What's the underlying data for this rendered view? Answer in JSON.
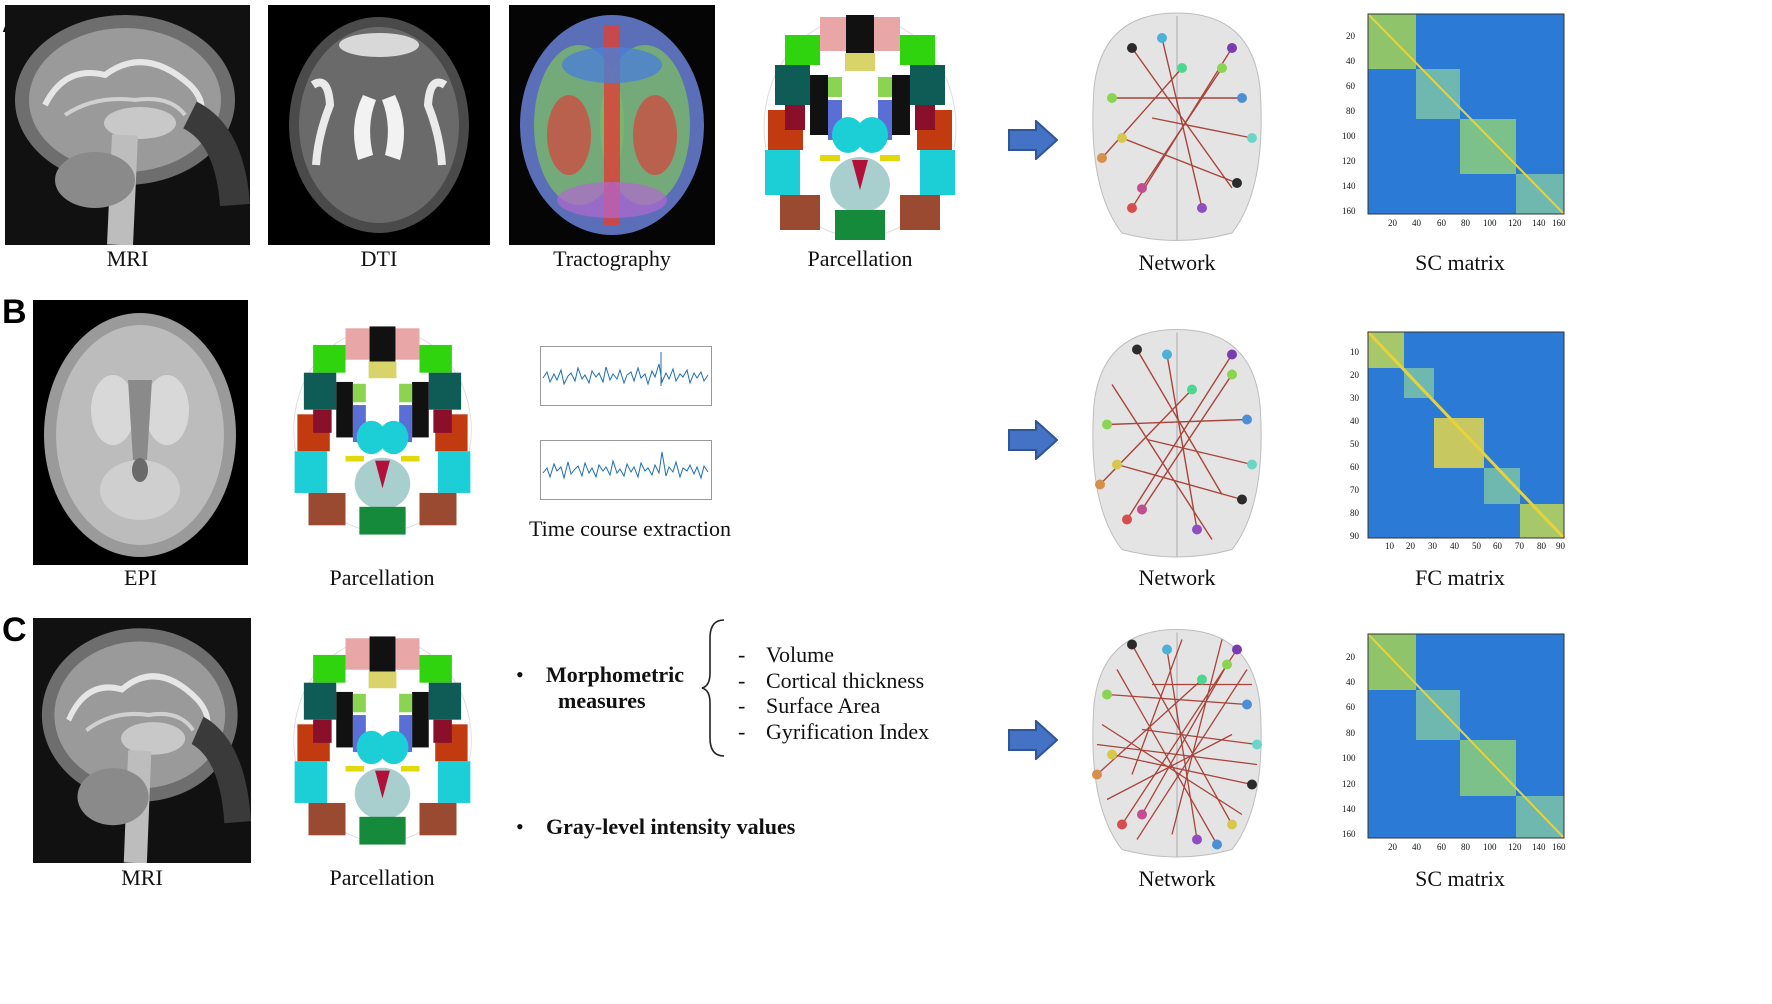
{
  "rows": {
    "A": {
      "letter": "A",
      "captions": {
        "mri": "MRI",
        "dti": "DTI",
        "tractography": "Tractography",
        "parcellation": "Parcellation",
        "network": "Network",
        "matrix": "SC matrix"
      },
      "matrix_xticks": [
        "20",
        "40",
        "60",
        "80",
        "100",
        "120",
        "140",
        "160"
      ],
      "matrix_yticks": [
        "20",
        "40",
        "60",
        "80",
        "100",
        "120",
        "140",
        "160"
      ]
    },
    "B": {
      "letter": "B",
      "captions": {
        "epi": "EPI",
        "parcellation": "Parcellation",
        "timecourse": "Time course extraction",
        "network": "Network",
        "matrix": "FC matrix"
      },
      "matrix_xticks": [
        "10",
        "20",
        "30",
        "40",
        "50",
        "60",
        "70",
        "80",
        "90"
      ],
      "matrix_yticks": [
        "10",
        "20",
        "30",
        "40",
        "50",
        "60",
        "70",
        "80",
        "90"
      ]
    },
    "C": {
      "letter": "C",
      "captions": {
        "mri": "MRI",
        "parcellation": "Parcellation",
        "network": "Network",
        "matrix": "SC matrix"
      },
      "bullet_symbol": "•",
      "dash_symbol": "-",
      "morph_title_line1": "Morphometric",
      "morph_title_line2": "measures",
      "measures": [
        "Volume",
        "Cortical thickness",
        "Surface Area",
        "Gyrification Index"
      ],
      "gray_level": "Gray-level intensity values",
      "matrix_xticks": [
        "20",
        "40",
        "60",
        "80",
        "100",
        "120",
        "140",
        "160"
      ],
      "matrix_yticks": [
        "20",
        "40",
        "60",
        "80",
        "100",
        "120",
        "140",
        "160"
      ]
    }
  },
  "colors": {
    "arrow": "#4472c4",
    "arrow_edge": "#2f5597",
    "timeseries": "#1f6fb5",
    "edge": "#a0281e",
    "matrix_low": "#1a3fa8",
    "matrix_high": "#e8d23a"
  }
}
